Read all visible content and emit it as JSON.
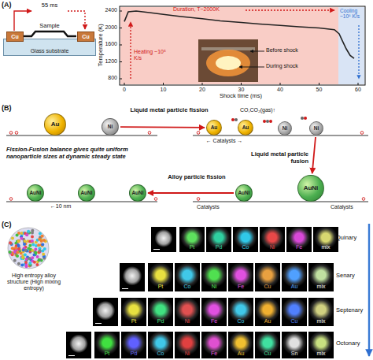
{
  "diagram": {
    "nodes": [
      {
        "text": [
          "Glass substrate"
        ]
      },
      {
        "text": [
          "Cu"
        ],
        "in": 0
      },
      {
        "text": [
          "Cu"
        ],
        "in": 0
      },
      {
        "text": [
          "Au"
        ]
      },
      {
        "text": [
          "Ni"
        ]
      },
      {
        "text": [
          "Au"
        ]
      },
      {
        "text": [
          "Au"
        ]
      },
      {
        "text": [
          "Ni"
        ]
      },
      {
        "text": [
          "Ni"
        ]
      },
      {
        "text": [
          "AuNi"
        ]
      },
      {
        "text": [
          "AuNi"
        ]
      },
      {
        "text": [
          "AuNi"
        ]
      },
      {
        "text": [
          "AuNi"
        ]
      },
      {
        "text": [
          "AuNi"
        ]
      }
    ],
    "edges": [
      {
        "from": 4,
        "to": 5,
        "arrow": "to",
        "label": "Liquid metal particle fission"
      },
      {
        "from": 8,
        "to": 10,
        "arrow": "to",
        "label": "Liquid metal particle fusion"
      },
      {
        "from": 9,
        "to": 13,
        "arrow": "to",
        "label": "Alloy particle fission"
      }
    ],
    "labels": [
      "(A)",
      "55 ms",
      "Sample",
      "Temperature (K)",
      "2400",
      "2000",
      "1600",
      "1200",
      "800",
      "0",
      "10",
      "20",
      "30",
      "40",
      "50",
      "60",
      "Shock time (ms)",
      "Heating ~10⁵ K/s",
      "Duration, T~2000K",
      "Cooling ~10⁵ K/s",
      "Before shock",
      "During shock",
      "(B)",
      "CO,CO₂(gas)↑",
      "← Catalysts →",
      "Catalysts",
      "Catalysts",
      "Fission-Fusion balance gives quite uniform nanoparticle sizes at dynamic steady state",
      "←10 nm",
      "(C)",
      "High entropy alloy structure (High mixing entropy)",
      "Quinary",
      "Senary",
      "Septenary",
      "Octonary",
      "Pt",
      "Pd",
      "Co",
      "Ni",
      "Fe",
      "mix",
      "Pt",
      "Co",
      "Ni",
      "Fe",
      "Cu",
      "Au",
      "mix",
      "Pt",
      "Pd",
      "Ni",
      "Fe",
      "Co",
      "Au",
      "Cu",
      "mix",
      "Pt",
      "Pd",
      "Co",
      "Ni",
      "Fe",
      "Au",
      "Cu",
      "Sn",
      "mix"
    ]
  }
}
